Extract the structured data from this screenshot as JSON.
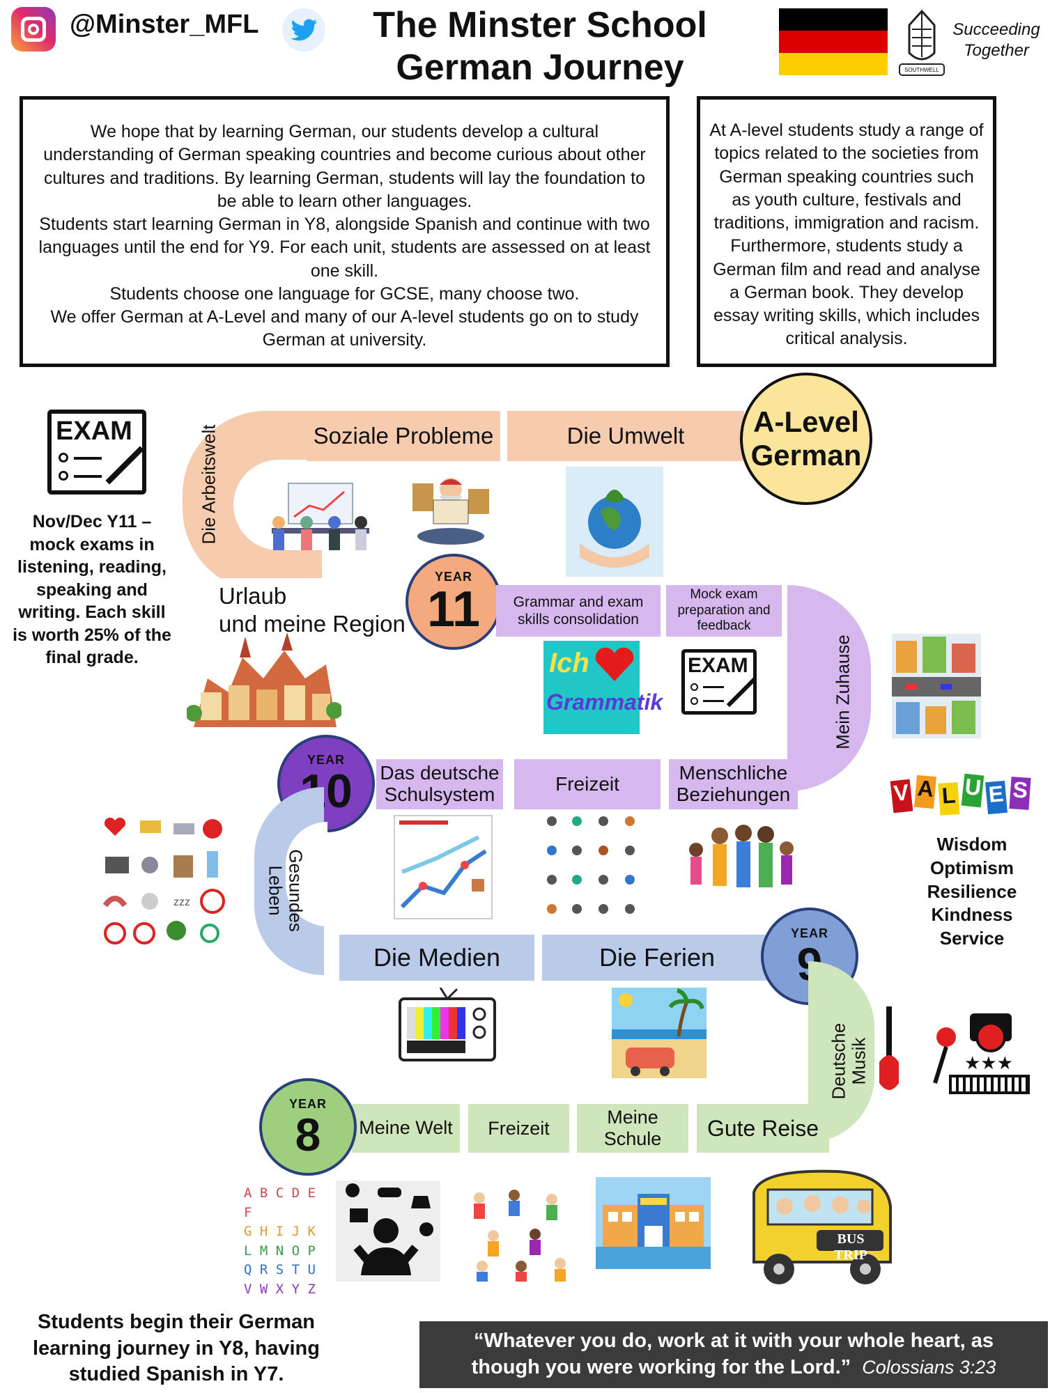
{
  "header": {
    "handle": "@Minster_MFL",
    "title_line1": "The Minster School",
    "title_line2": "German Journey",
    "motto_line1": "Succeeding",
    "motto_line2": "Together",
    "crest_text": "SOUTHWELL"
  },
  "intro": {
    "left": [
      "We hope that by learning German, our students develop a cultural understanding of German speaking countries and become curious about other cultures and traditions. By learning German, students will lay the foundation to be able to learn other languages.",
      "Students start learning German in Y8, alongside Spanish and continue with two languages until the end for Y9. For each unit, students are assessed on at least one skill.",
      "Students choose one language for GCSE, many choose two.",
      "We offer German at A-Level and many of our A-level students go on to study German at university."
    ],
    "right": "At A-level students study a range of topics related to the societies from German speaking countries such as youth culture, festivals and traditions, immigration and racism. Furthermore, students study a German film and read and analyse a German book. They develop essay writing skills, which includes critical analysis."
  },
  "alevel": {
    "line1": "A-Level",
    "line2": "German"
  },
  "exam_note": "Nov/Dec Y11 – mock exams in listening, reading, speaking and writing. Each skill is worth 25% of the final grade.",
  "exam_icon_label": "EXAM",
  "year_label": "YEAR",
  "years": {
    "y11": "11",
    "y10": "10",
    "y9": "9",
    "y8": "8"
  },
  "topics": {
    "soziale": "Soziale Probleme",
    "umwelt": "Die Umwelt",
    "arbeitswelt": "Die Arbeitswelt",
    "urlaub1": "Urlaub",
    "urlaub2": "und meine Region",
    "grammar": "Grammar and exam skills consolidation",
    "mock": "Mock exam preparation and feedback",
    "zuhause": "Mein Zuhause",
    "schulsystem": "Das deutsche Schulsystem",
    "freizeit10": "Freizeit",
    "beziehungen": "Menschliche Beziehungen",
    "gesundes1": "Gesundes",
    "gesundes2": "Leben",
    "medien": "Die Medien",
    "ferien": "Die Ferien",
    "musik1": "Deutsche",
    "musik2": "Musik",
    "meinewelt": "Meine Welt",
    "freizeit8": "Freizeit",
    "schule": "Meine Schule",
    "gutereise": "Gute Reise"
  },
  "grammatik": {
    "ich": "Ich",
    "word": "Grammatik"
  },
  "values": {
    "letters": [
      "V",
      "A",
      "L",
      "U",
      "E",
      "S"
    ],
    "items": [
      "Wisdom",
      "Optimism",
      "Resilience",
      "Kindness",
      "Service"
    ]
  },
  "alphabet": [
    "A B C D E F",
    "G H I J K",
    "L M N O P",
    "Q R S T U",
    "V W X Y Z"
  ],
  "bus_label": "BUS TRIP",
  "footer": {
    "left": "Students begin their German learning journey in Y8, having studied Spanish in Y7.",
    "quote": "“Whatever you do, work at it with your whole heart, as though you were working for the Lord.”",
    "ref": "Colossians 3:23"
  },
  "colors": {
    "peach": "#f6cbae",
    "lilac": "#d7b8ee",
    "blue": "#b9cbe8",
    "green": "#cfe6bc",
    "y11": "#f4a97e",
    "y10": "#7e3fc1",
    "y9": "#7f9fd6",
    "y8": "#9dcf7f",
    "alevel": "#fbe59a"
  }
}
